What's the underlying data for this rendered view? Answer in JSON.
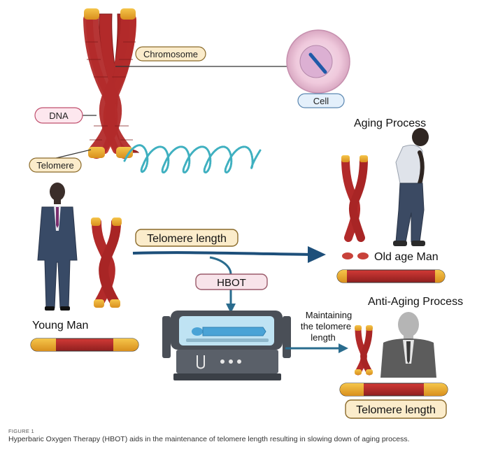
{
  "labels": {
    "chromosome": "Chromosome",
    "cell": "Cell",
    "dna": "DNA",
    "telomere": "Telomere",
    "aging_process": "Aging Process",
    "telomere_length_top": "Telomere length",
    "old_age_man": "Old age Man",
    "hbot": "HBOT",
    "young_man": "Young Man",
    "maintaining_1": "Maintaining",
    "maintaining_2": "the telomere",
    "maintaining_3": "length",
    "anti_aging_process": "Anti-Aging Process",
    "telomere_length_bottom": "Telomere length"
  },
  "caption": {
    "label": "FIGURE 1",
    "text": "Hyperbaric Oxygen Therapy (HBOT) aids in the maintenance of telomere length resulting in slowing down of aging process."
  },
  "colors": {
    "chromatid": "#b22a2a",
    "chromatid_dark": "#7e1a1a",
    "telomere_cap": "#e8a92e",
    "label_fill": "#fbeccb",
    "label_stroke": "#8a6a2a",
    "dna_label_fill": "#fde7ee",
    "dna_label_stroke": "#c0506e",
    "cell_label_fill": "#e4f0fb",
    "cell_label_stroke": "#5a86b0",
    "hbot_label_fill": "#f8e4ea",
    "hbot_label_stroke": "#9a5a6a",
    "arrow": "#1d4f7a",
    "dna_strand": "#3fb0c0",
    "chamber": "#4a4f57",
    "chamber_window": "#bfe3f3",
    "suit": "#384a66",
    "person_gray": "#8a8a8a"
  },
  "icons": [
    "chromosome-icon",
    "cell-icon",
    "dna-strand-icon",
    "young-man-icon",
    "old-man-icon",
    "anti-aging-man-icon",
    "hbot-chamber-icon",
    "telomere-bar-icon"
  ]
}
